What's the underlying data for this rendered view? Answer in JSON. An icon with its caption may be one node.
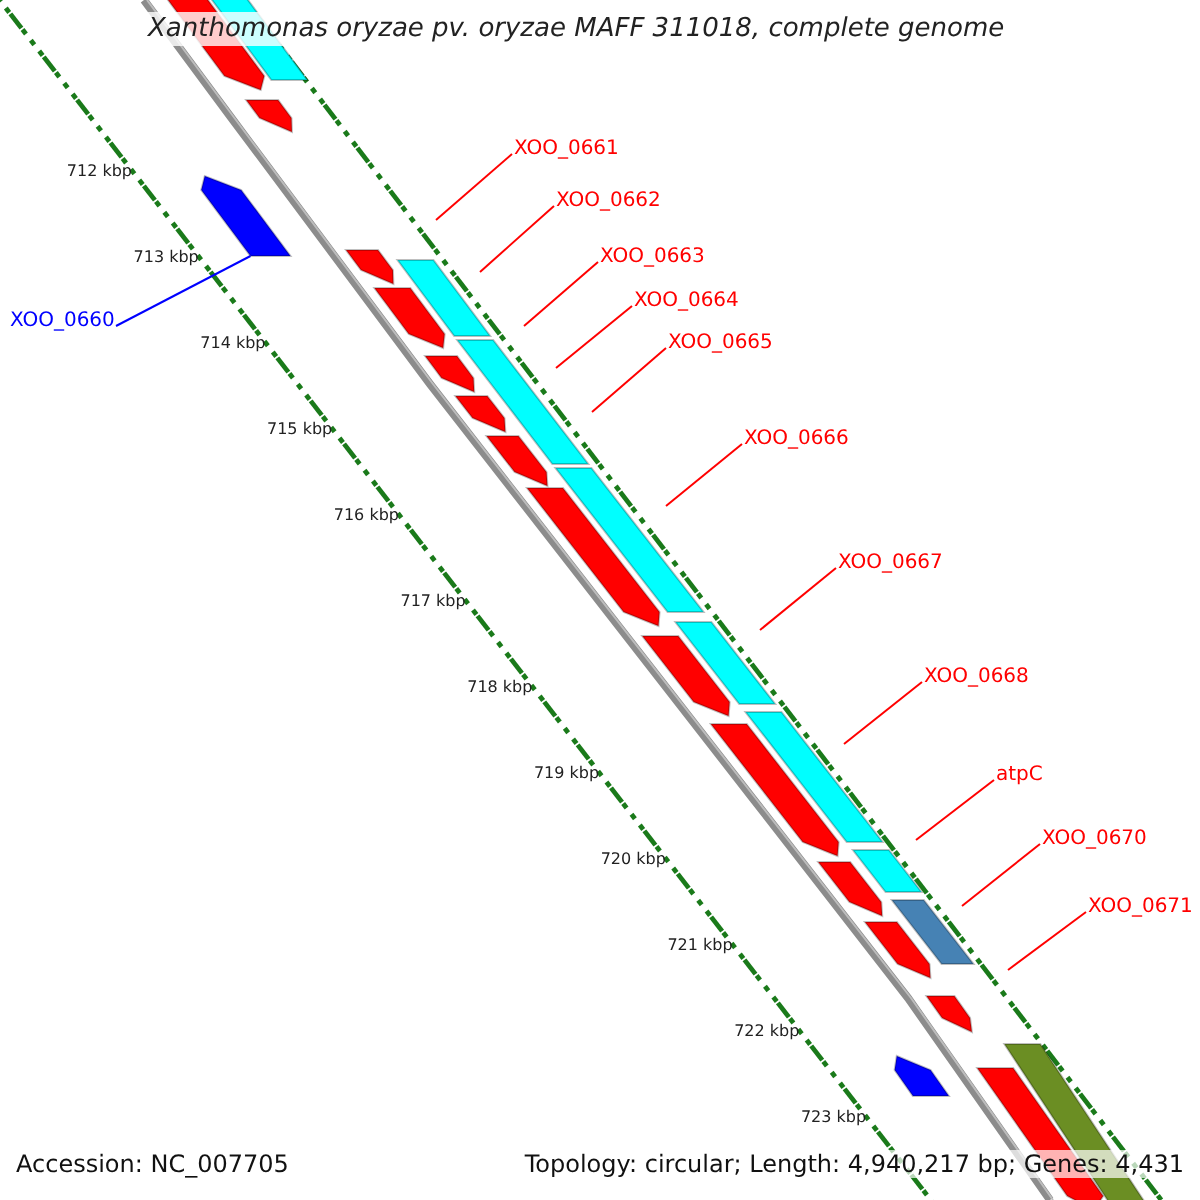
{
  "diagram": {
    "title": "Xanthomonas oryzae pv. oryzae MAFF 311018, complete genome",
    "nodes": [
      {
        "text": [
          "XOO_0660"
        ]
      },
      {
        "text": [
          "XOO_0661"
        ]
      },
      {
        "text": [
          "XOO_0662"
        ]
      },
      {
        "text": [
          "XOO_0663"
        ]
      },
      {
        "text": [
          "XOO_0664"
        ]
      },
      {
        "text": [
          "XOO_0665"
        ]
      },
      {
        "text": [
          "XOO_0666"
        ]
      },
      {
        "text": [
          "XOO_0667"
        ]
      },
      {
        "text": [
          "XOO_0668"
        ]
      },
      {
        "text": [
          "atpC"
        ]
      },
      {
        "text": [
          "XOO_0670"
        ]
      },
      {
        "text": [
          "XOO_0671"
        ]
      },
      {
        "text": [],
        "shape": "bar"
      }
    ],
    "edges": [
      {
        "from": 0,
        "to": 12,
        "arrow": "none",
        "color": "#0000ff"
      },
      {
        "from": 1,
        "to": null,
        "arrow": "none"
      },
      {
        "from": 2,
        "to": null,
        "arrow": "none"
      },
      {
        "from": 3,
        "to": null,
        "arrow": "none"
      },
      {
        "from": 4,
        "to": null,
        "arrow": "none"
      },
      {
        "from": 5,
        "to": null,
        "arrow": "none"
      },
      {
        "from": 6,
        "to": null,
        "arrow": "none"
      },
      {
        "from": 7,
        "to": null,
        "arrow": "none"
      },
      {
        "from": 8,
        "to": null,
        "arrow": "none"
      },
      {
        "from": 9,
        "to": null,
        "arrow": "none"
      },
      {
        "from": 10,
        "to": null,
        "arrow": "none"
      },
      {
        "from": 11,
        "to": null,
        "arrow": "none"
      }
    ],
    "labels": [
      "712 kbp",
      "713 kbp",
      "714 kbp",
      "715 kbp",
      "716 kbp",
      "717 kbp",
      "718 kbp",
      "719 kbp",
      "720 kbp",
      "721 kbp",
      "722 kbp",
      "723 kbp",
      "Accession: NC_007705",
      "Topology: circular; Length: 4,940,217 bp; Genes: 4,431"
    ]
  }
}
